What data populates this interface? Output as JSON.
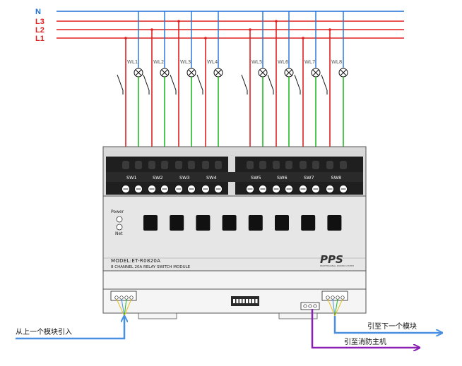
{
  "buses": [
    {
      "name": "N",
      "color": "#1e6fd9"
    },
    {
      "name": "L3",
      "color": "#e02020"
    },
    {
      "name": "L2",
      "color": "#e02020"
    },
    {
      "name": "L1",
      "color": "#e02020"
    }
  ],
  "loads": [
    "WL1",
    "WL2",
    "WL3",
    "WL4",
    "WL5",
    "WL6",
    "WL7",
    "WL8"
  ],
  "channels": [
    "SW1",
    "SW2",
    "SW3",
    "SW4",
    "SW5",
    "SW6",
    "SW7",
    "SW8"
  ],
  "module": {
    "power_label": "Power",
    "net_label": "Net",
    "model": "MODEL:ET-R0820A",
    "description": "8 CHANNEL 20A RELAY SWITCH MODULE",
    "brand": "PPS",
    "brand_sub": "PROFESSIONAL POWER SYSTEM"
  },
  "notes": {
    "from_previous": "从上一个模块引入",
    "to_next": "引至下一个模块",
    "to_fire_host": "引至消防主机"
  },
  "colors": {
    "phase": "#e02020",
    "neutral": "#1e6fd9",
    "load_wire": "#22bb22",
    "bus_link": "#4a90e2",
    "fire_link": "#8a1fb5",
    "case_dark": "#1a1a1a",
    "case_light": "#e4e4e4"
  }
}
